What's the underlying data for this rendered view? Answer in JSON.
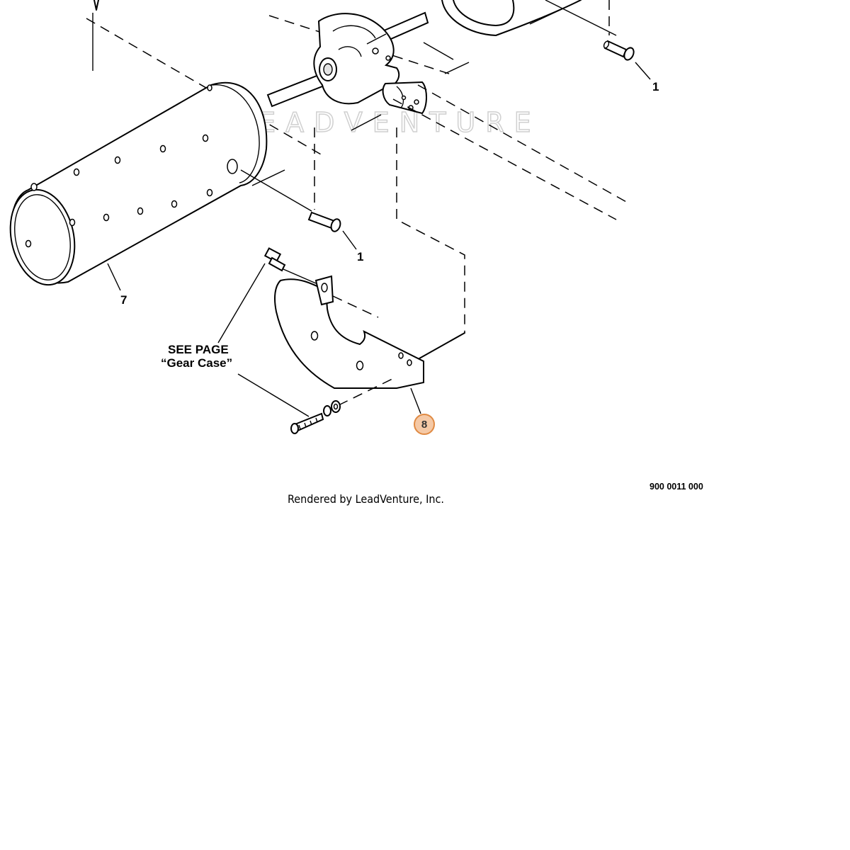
{
  "diagram": {
    "watermark": "LEADVENTURE",
    "callouts": {
      "pin_upper": "1",
      "pin_lower": "1",
      "tine_drum": "7",
      "shield_highlighted": "8"
    },
    "see_page": {
      "line1": "SEE PAGE",
      "line2": "“Gear Case”"
    },
    "footer_rendered": "Rendered by LeadVenture, Inc.",
    "drawing_number": "900 0011 000",
    "colors": {
      "highlight_fill": "#f5c9a6",
      "highlight_stroke": "#e08a43"
    }
  }
}
